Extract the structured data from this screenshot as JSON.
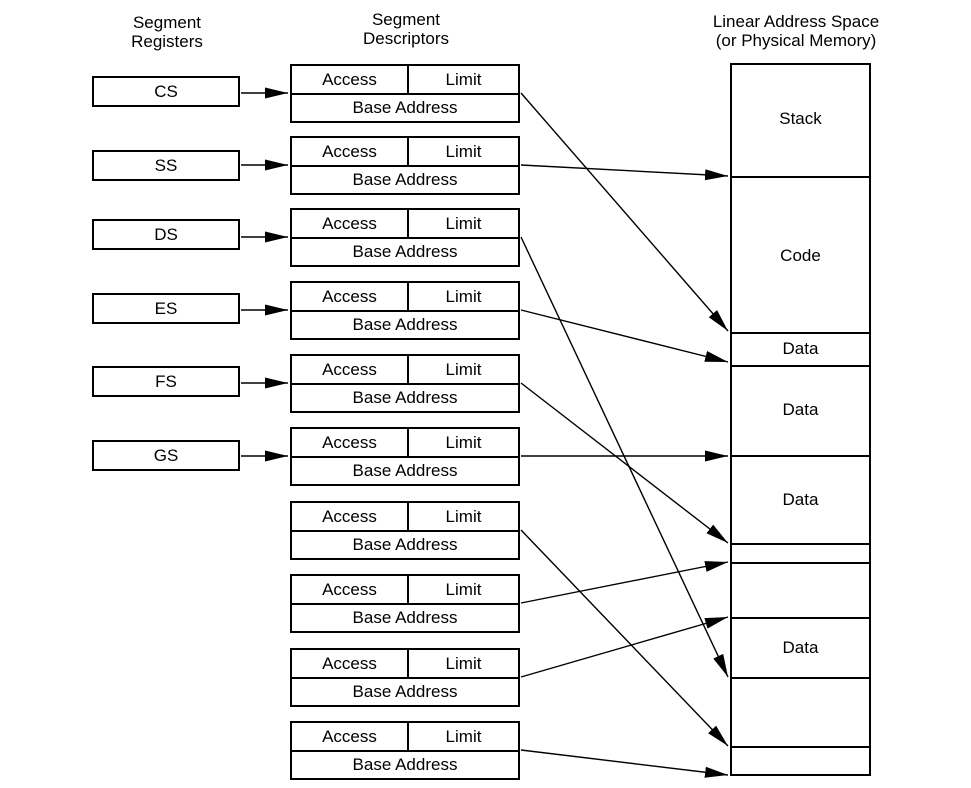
{
  "diagram": {
    "headers": {
      "registers": [
        "Segment",
        "Registers"
      ],
      "descriptors": [
        "Segment",
        "Descriptors"
      ],
      "memory": [
        "Linear Address Space",
        "(or Physical Memory)"
      ]
    },
    "registers": [
      "CS",
      "SS",
      "DS",
      "ES",
      "FS",
      "GS"
    ],
    "descriptor_labels": {
      "access": "Access",
      "limit": "Limit",
      "base": "Base Address"
    },
    "descriptor_count": 10,
    "memory_segments": [
      "Stack",
      "Code",
      "Data",
      "Data",
      "Data",
      "",
      "",
      "Data",
      "",
      ""
    ],
    "colors": {
      "ink": "#000000",
      "paper": "#ffffff"
    }
  }
}
